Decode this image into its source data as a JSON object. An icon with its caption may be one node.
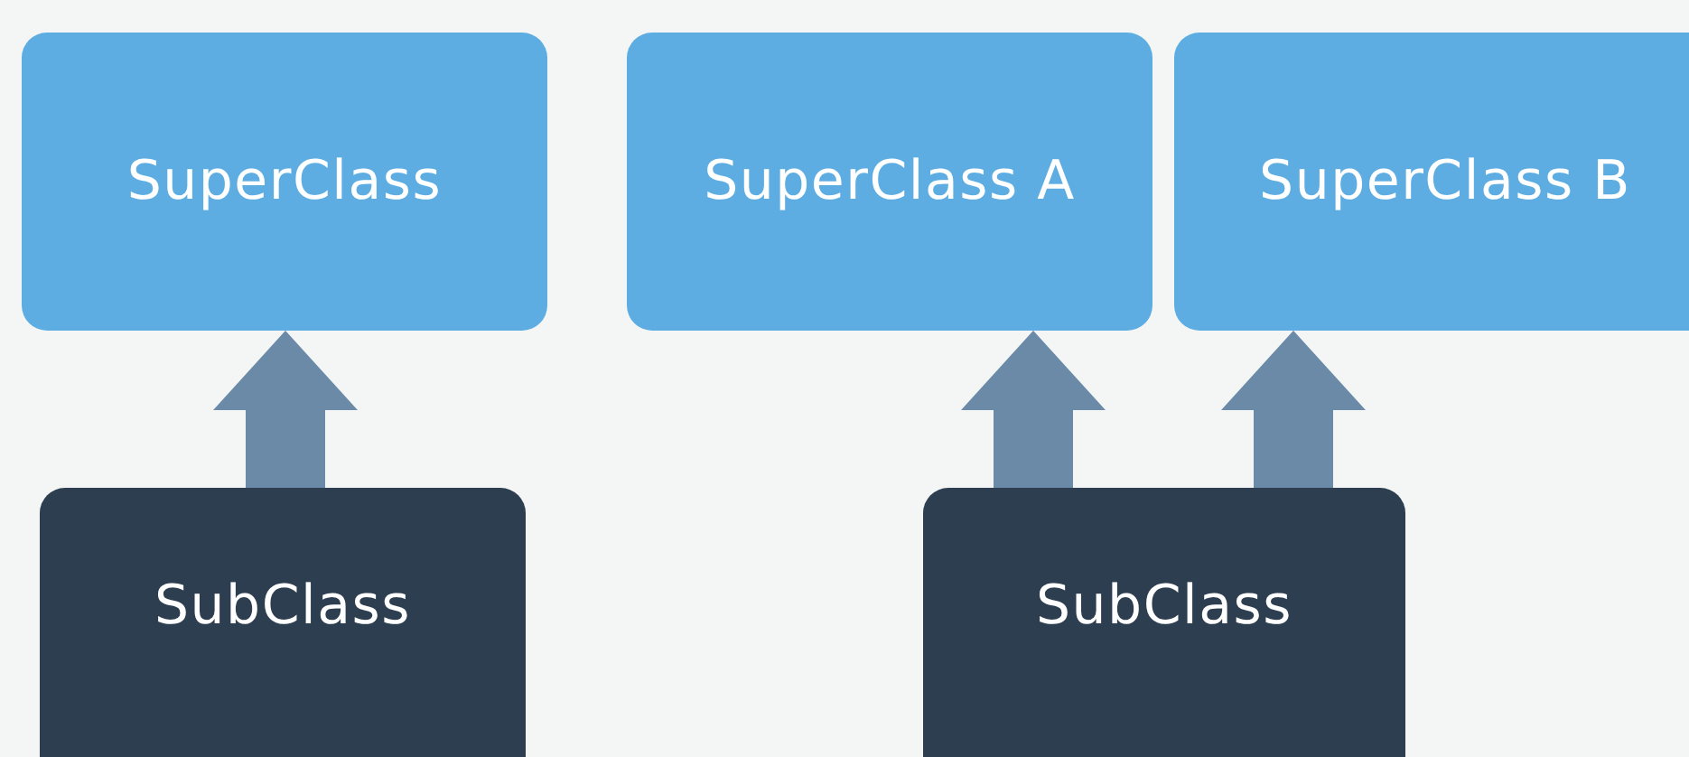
{
  "diagram": {
    "nodes": [
      {
        "text": [
          "SuperClass"
        ]
      },
      {
        "text": [
          "SuperClass A"
        ]
      },
      {
        "text": [
          "SuperClass B"
        ]
      },
      {
        "text": [
          "SubClass"
        ]
      },
      {
        "text": [
          "SubClass"
        ]
      }
    ],
    "edges": [
      {
        "from": 3,
        "to": 0,
        "arrow": "to"
      },
      {
        "from": 4,
        "to": 1,
        "arrow": "to"
      },
      {
        "from": 4,
        "to": 2,
        "arrow": "to"
      }
    ]
  }
}
